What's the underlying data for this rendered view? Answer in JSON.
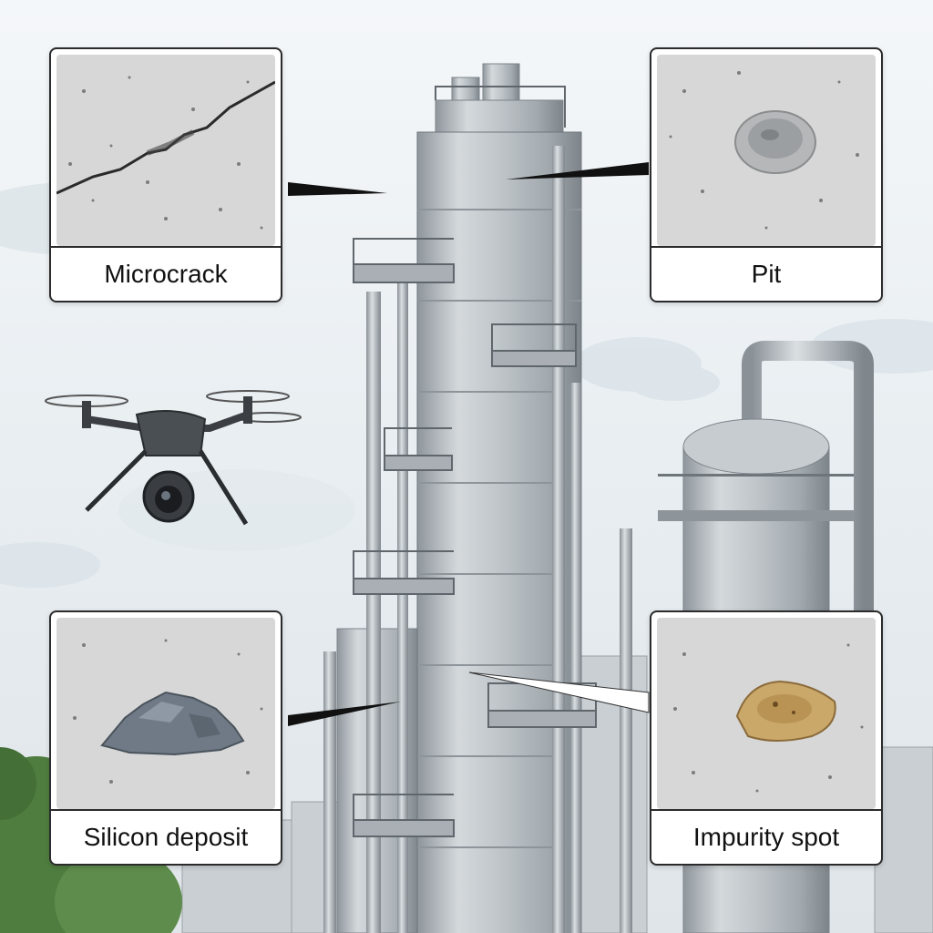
{
  "callouts": {
    "microcrack": {
      "label": "Microcrack"
    },
    "pit": {
      "label": "Pit"
    },
    "silicon_deposit": {
      "label": "Silicon deposit"
    },
    "impurity_spot": {
      "label": "Impurity spot"
    }
  },
  "colors": {
    "sky": "#eef2f5",
    "steel": "#c3c8cc",
    "steel_dark": "#8d949a",
    "concrete": "#d6d7d6",
    "outline": "#2b2b2b",
    "foliage": "#4f7d3f",
    "impurity": "#c9a86a"
  }
}
